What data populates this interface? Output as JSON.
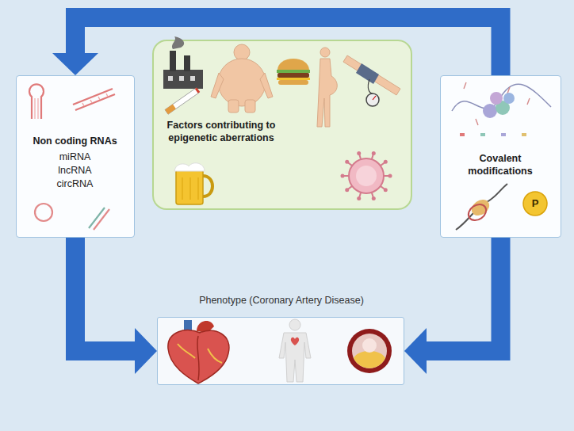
{
  "diagram": {
    "nodes": [
      {
        "text": [
          "Non coding RNAs",
          "miRNA",
          "lncRNA",
          "circRNA"
        ]
      },
      {
        "text": [
          "Factors contributing to epigenetic aberrations"
        ]
      },
      {
        "text": [
          "Covalent modifications"
        ]
      },
      {
        "text": [
          "Phenotype (Coronary Artery Disease)"
        ]
      }
    ],
    "edges": [
      {
        "from": 2,
        "to": 0,
        "arrow": "to"
      },
      {
        "from": 0,
        "to": 3,
        "arrow": "to"
      },
      {
        "from": 2,
        "to": 3,
        "arrow": "to"
      }
    ],
    "labels": [
      "P"
    ]
  }
}
